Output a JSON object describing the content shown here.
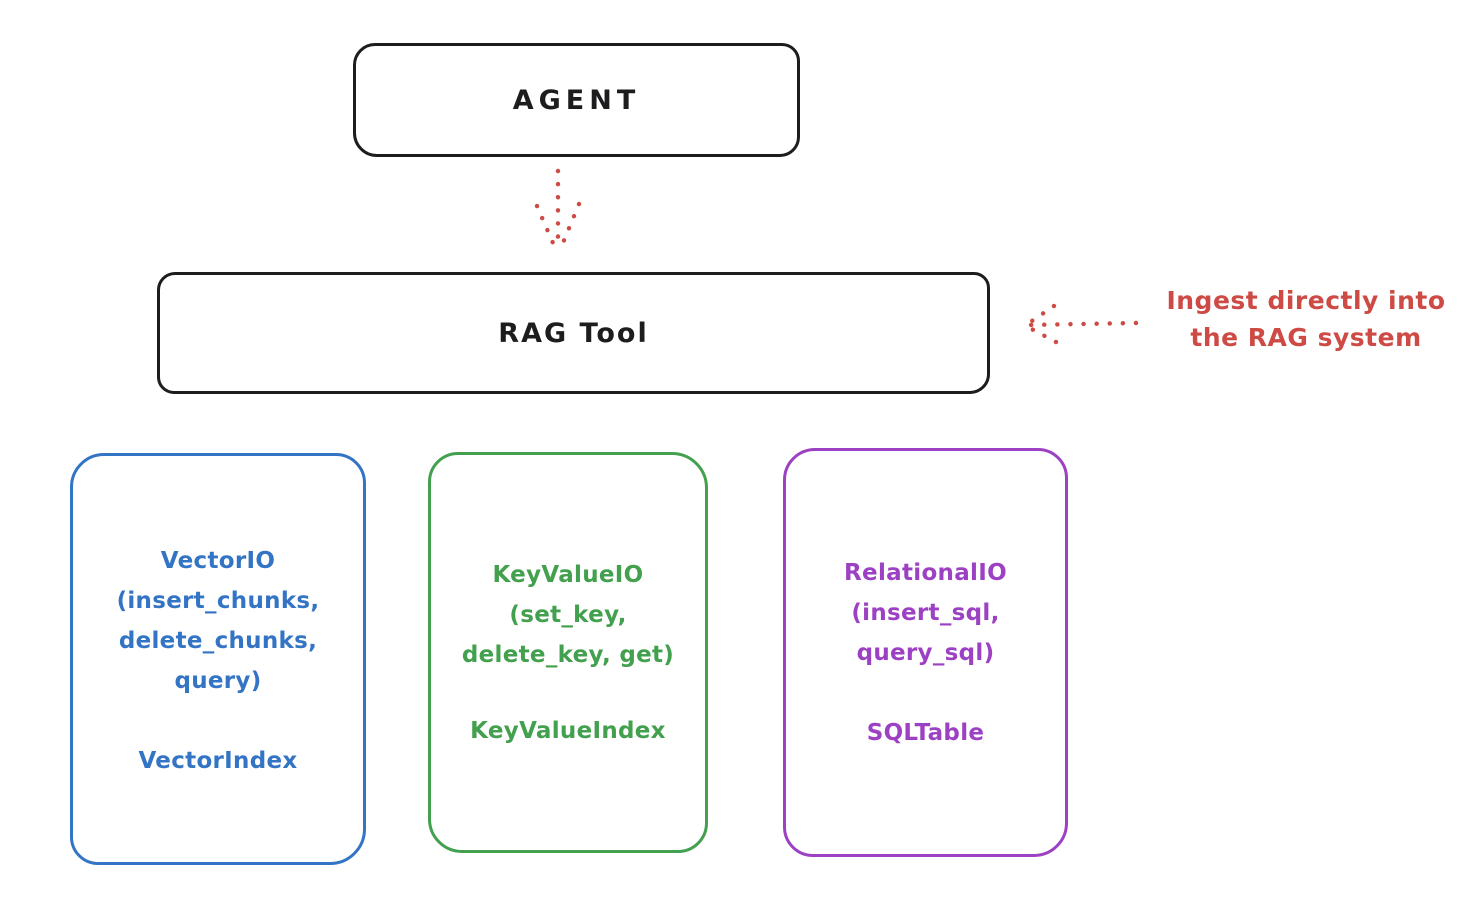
{
  "diagram": {
    "agent_box": {
      "label": "AGENT"
    },
    "rag_tool_box": {
      "label": "RAG Tool"
    },
    "annotation": {
      "line1": "Ingest directly into",
      "line2": "the RAG system"
    },
    "cards": [
      {
        "id": "vector-io",
        "lines": [
          "VectorIO",
          "(insert_chunks,",
          "delete_chunks,",
          "query)"
        ],
        "footer": "VectorIndex",
        "color": "#3474c4"
      },
      {
        "id": "key-value-io",
        "lines": [
          "KeyValueIO",
          "(set_key,",
          "delete_key, get)"
        ],
        "footer": "KeyValueIndex",
        "color": "#43a04e"
      },
      {
        "id": "relational-io",
        "lines": [
          "RelationalIO",
          "(insert_sql,",
          "query_sql)"
        ],
        "footer": "SQLTable",
        "color": "#9d41c4"
      }
    ],
    "colors": {
      "black": "#1d1d1f",
      "red": "#cd4a45",
      "blue": "#3474c4",
      "green": "#43a04e",
      "purple": "#9d41c4",
      "background": "#ffffff"
    }
  }
}
